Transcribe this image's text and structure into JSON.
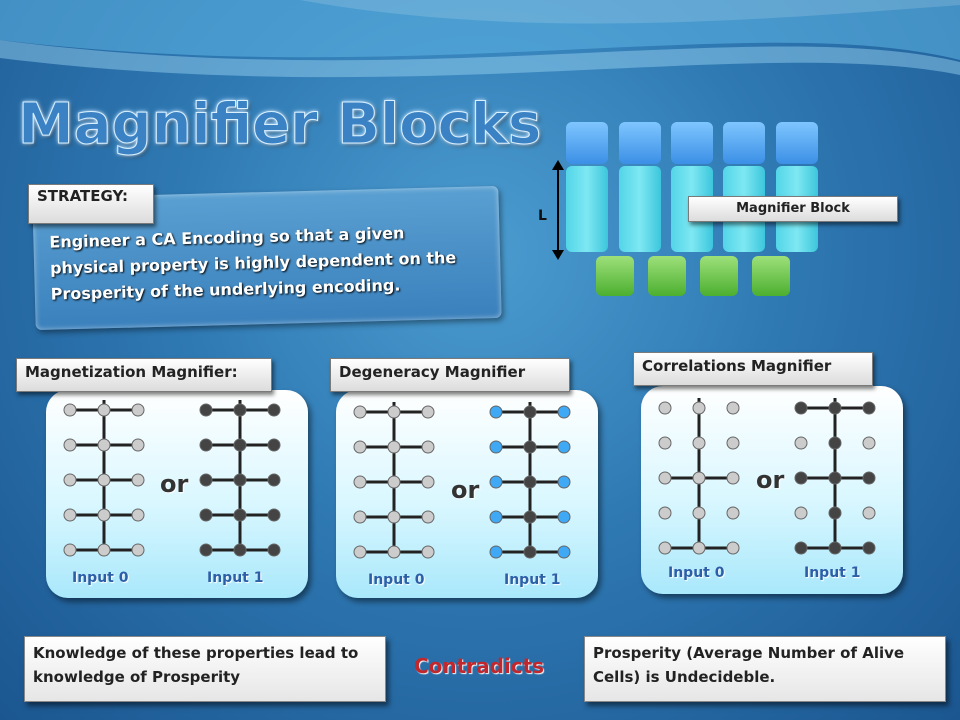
{
  "title": "Magnifier Blocks",
  "strategy": {
    "label": "STRATEGY:",
    "text": "Engineer a CA Encoding so that a given physical property is highly dependent on the Prosperity of the underlying encoding."
  },
  "magnifier_diagram": {
    "length_label": "L",
    "block_label": "Magnifier Block",
    "colors": {
      "top": "#3b8fe6",
      "middle": "#53d5e8",
      "bottom": "#4caf30"
    }
  },
  "panels": [
    {
      "label": "Magnetization Magnifier:",
      "or_text": "or",
      "input0": "Input 0",
      "input1": "Input 1"
    },
    {
      "label": "Degeneracy Magnifier",
      "or_text": "or",
      "input0": "Input 0",
      "input1": "Input 1"
    },
    {
      "label": "Correlations Magnifier",
      "or_text": "or",
      "input0": "Input 0",
      "input1": "Input 1"
    }
  ],
  "bottom": {
    "left_text": "Knowledge of these properties lead to knowledge of Prosperity",
    "relation": "Contradicts",
    "right_text": "Prosperity (Average Number of Alive Cells) is Undecideble."
  },
  "colors": {
    "accent": "#c0282d",
    "node_dark": "#444444",
    "node_light": "#cccccc",
    "node_blue": "#3fa9f5"
  }
}
